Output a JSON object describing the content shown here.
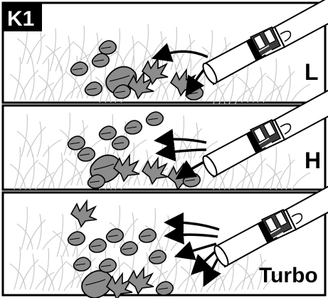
{
  "figure": {
    "label": "K1"
  },
  "panels": [
    {
      "mode": "L"
    },
    {
      "mode": "H"
    },
    {
      "mode": "Turbo"
    }
  ]
}
